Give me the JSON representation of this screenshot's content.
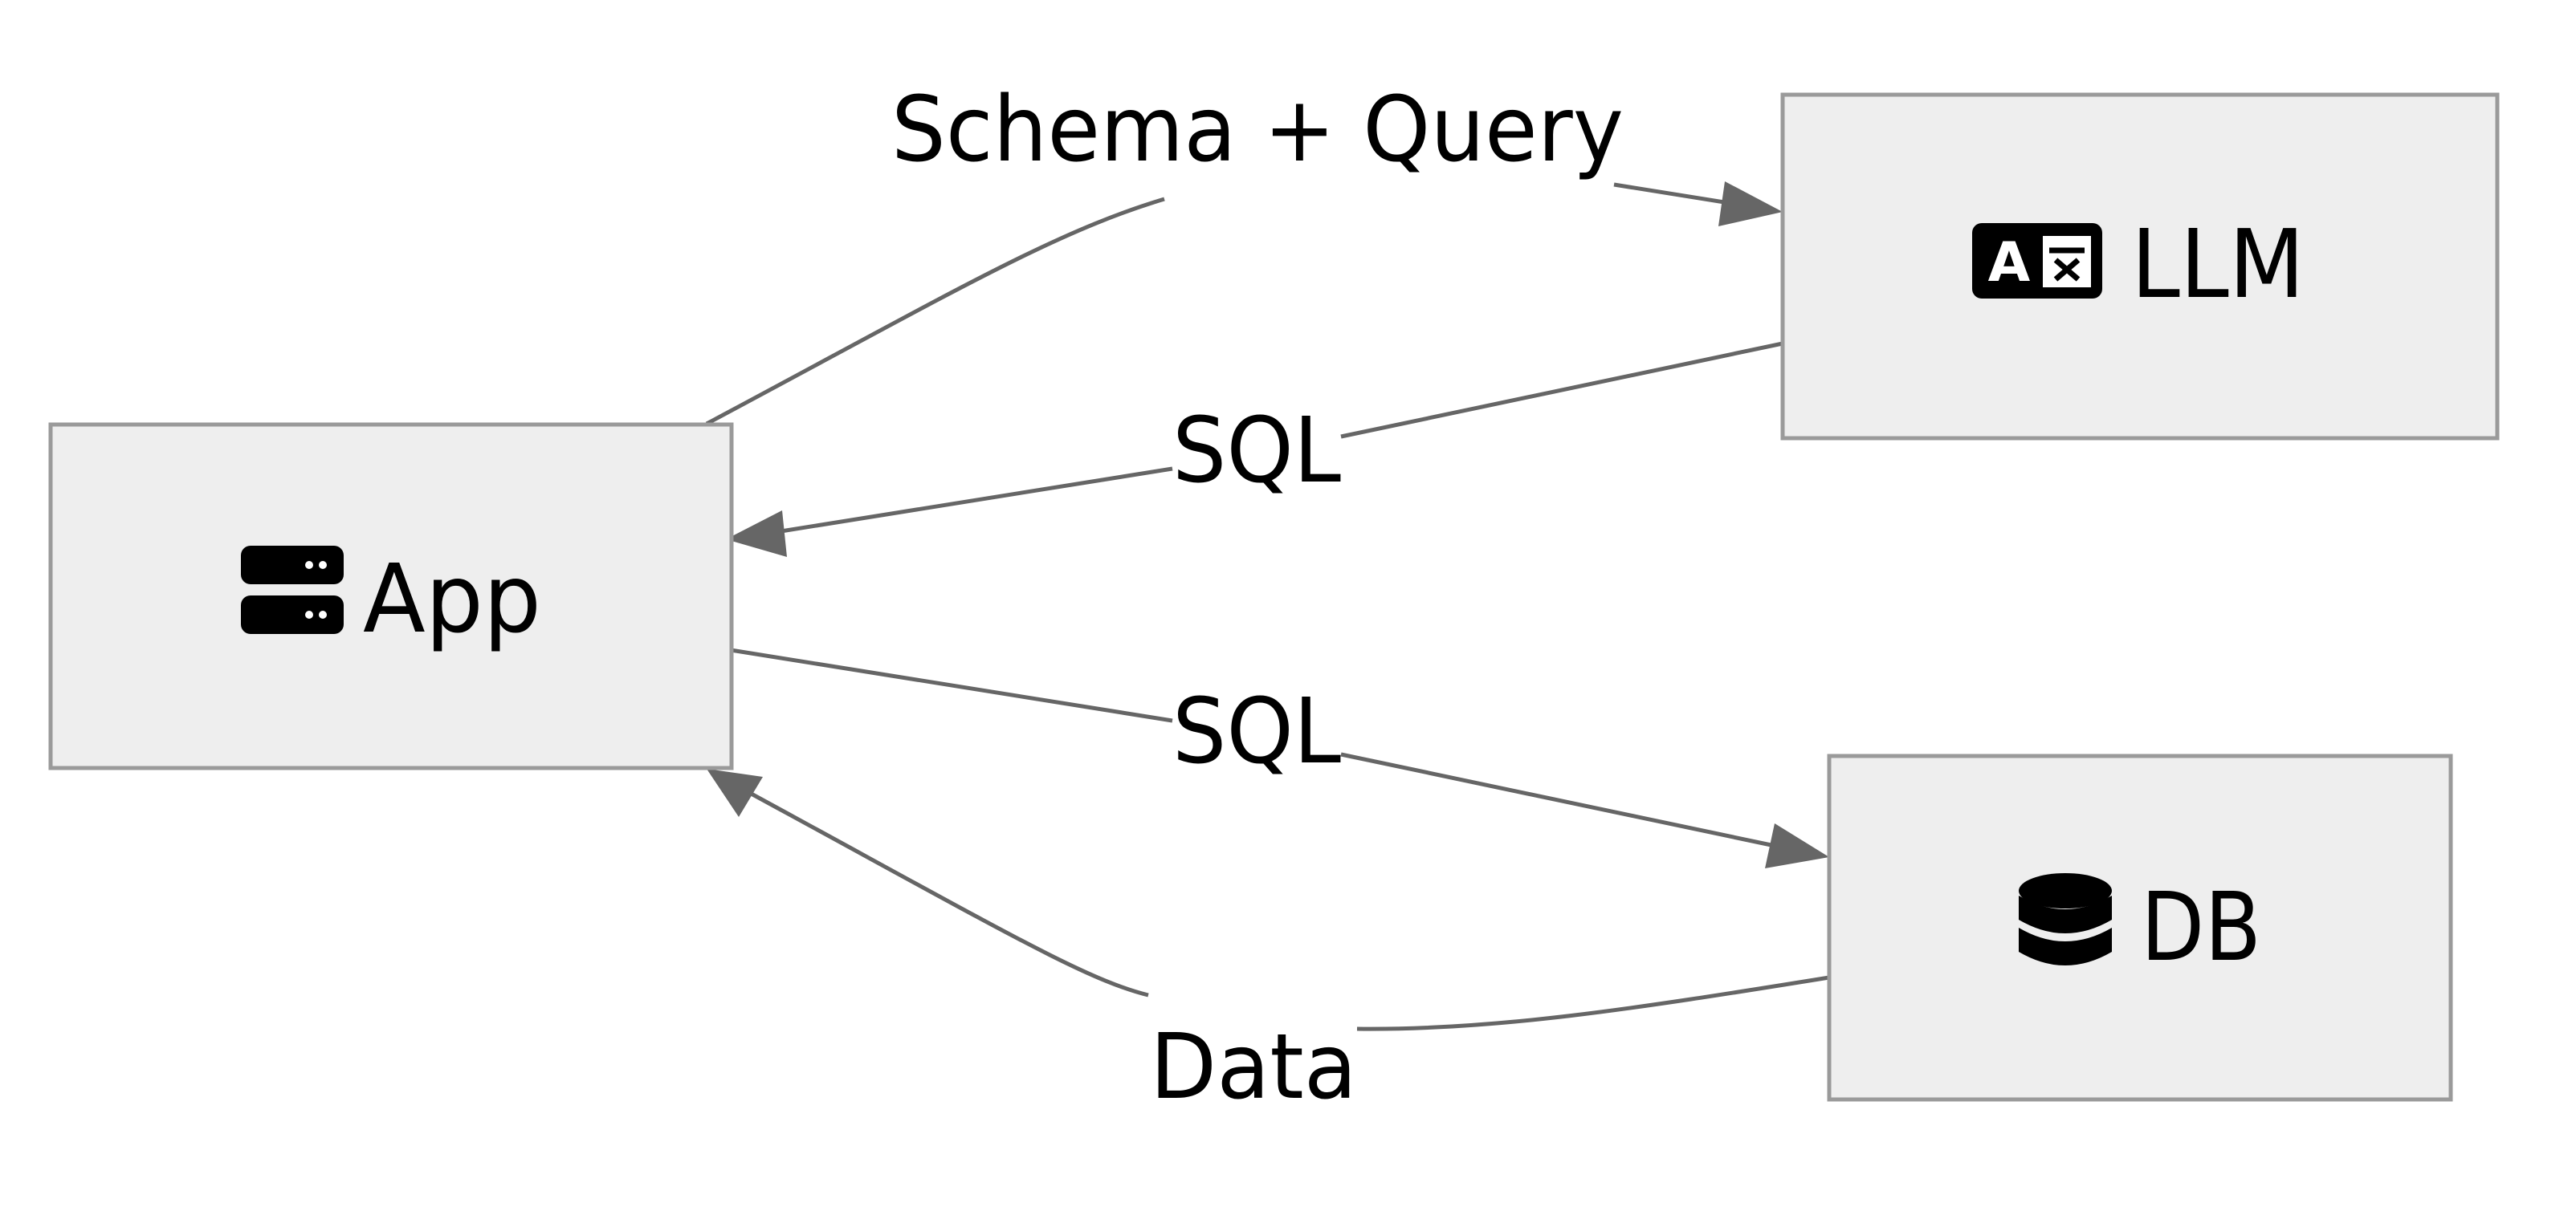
{
  "nodes": {
    "app": {
      "label": "App",
      "icon": "server-icon"
    },
    "llm": {
      "label": "LLM",
      "icon": "language-icon"
    },
    "db": {
      "label": "DB",
      "icon": "database-icon"
    }
  },
  "edges": {
    "schema_query": {
      "label": "Schema + Query",
      "from": "App",
      "to": "LLM"
    },
    "llm_sql": {
      "label": "SQL",
      "from": "LLM",
      "to": "App"
    },
    "app_sql": {
      "label": "SQL",
      "from": "App",
      "to": "DB"
    },
    "db_data": {
      "label": "Data",
      "from": "DB",
      "to": "App"
    }
  },
  "colors": {
    "node_fill": "#eeeeee",
    "node_stroke": "#9a9a9a",
    "edge": "#666666",
    "text": "#000000"
  }
}
